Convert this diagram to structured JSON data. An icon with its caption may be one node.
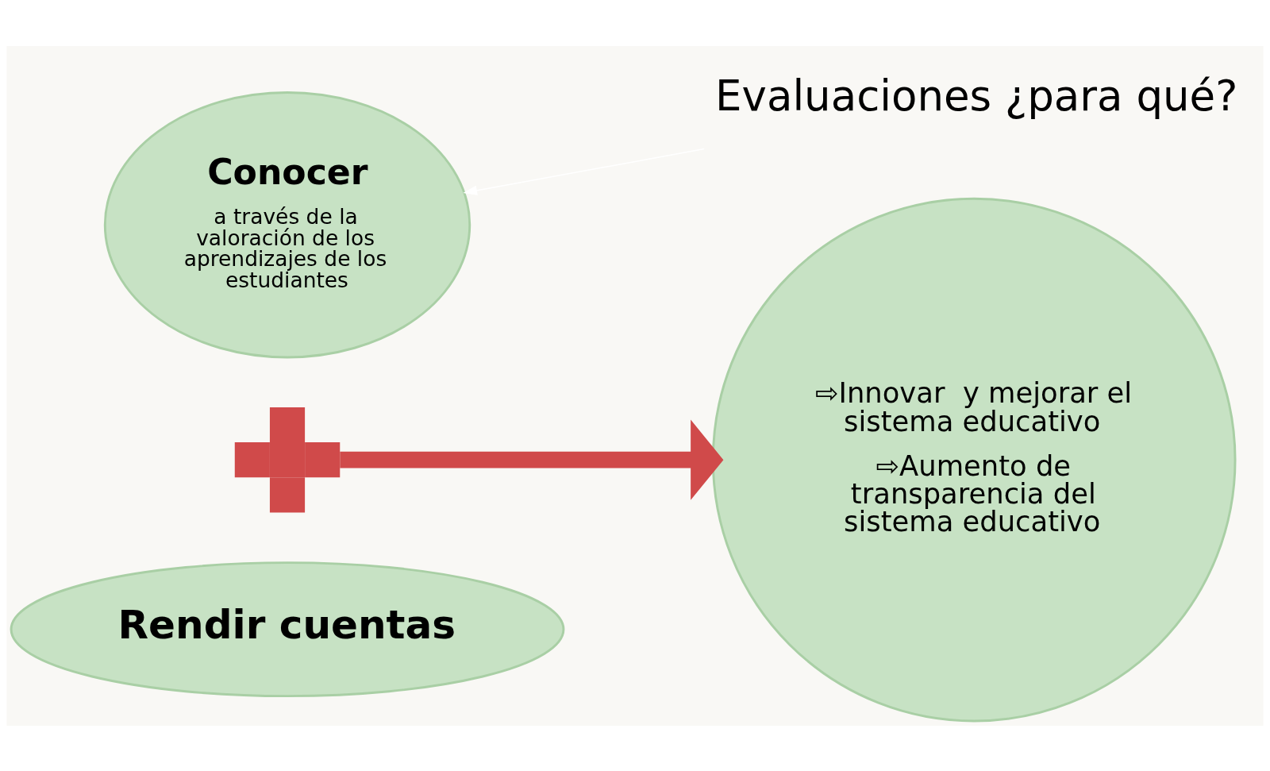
{
  "diagram": {
    "nodes": [
      {
        "text": [
          "Conocer",
          "a través de la valoración de los aprendizajes de los estudiantes"
        ]
      },
      {
        "text": [
          "Evaluaciones ¿para qué?"
        ]
      },
      {
        "text": [],
        "shape": "plus"
      },
      {
        "text": [
          "⇨Innovar  y mejorar el sistema educativo",
          "⇨Aumento de transparencia del sistema educativo"
        ]
      },
      {
        "text": [
          "Rendir cuentas"
        ]
      }
    ],
    "edges": [
      {
        "from": 1,
        "to": 0,
        "arrow": "to",
        "color": "#ffffff"
      },
      {
        "from": 2,
        "to": 3,
        "arrow": "to",
        "style": "thick",
        "color": "#d04a4a"
      }
    ]
  }
}
